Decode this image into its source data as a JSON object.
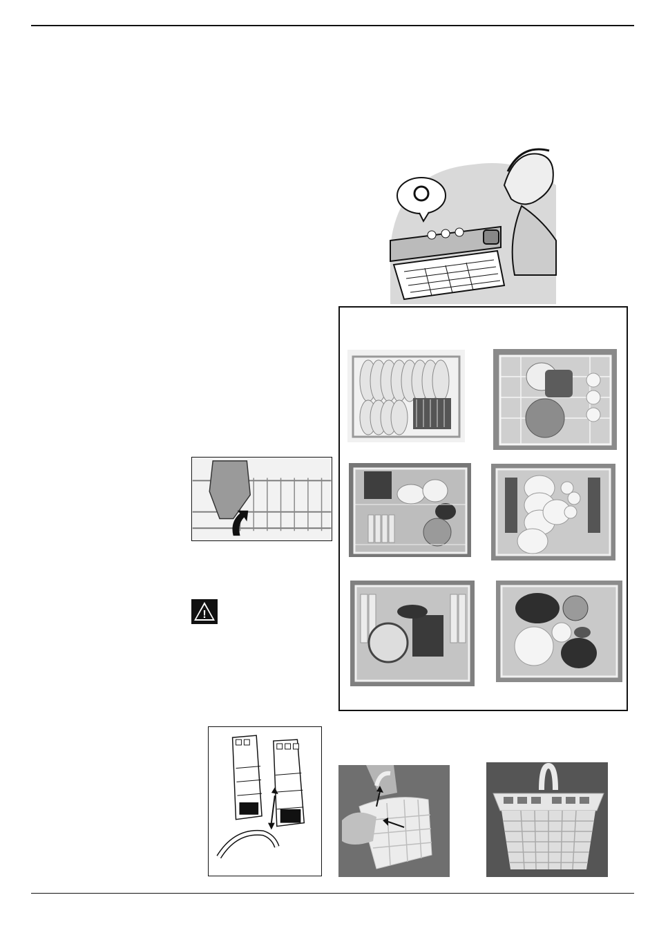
{
  "page": {
    "header_rule": true,
    "footer_rule": true
  },
  "illustrations": {
    "cartoon": {
      "icon": "woman-loading-dishwasher-illustration"
    },
    "rack_lift": {
      "icon": "hand-lifting-rack-photo"
    },
    "warning": {
      "icon": "warning-triangle-icon",
      "glyph": "!"
    },
    "basket_parts": {
      "icon": "cutlery-basket-parts-drawing"
    },
    "basket_hand": {
      "icon": "hand-assembling-basket-photo"
    },
    "basket_assembled": {
      "icon": "assembled-cutlery-basket-photo"
    }
  },
  "loading_examples": {
    "photos": [
      {
        "id": "rack-1",
        "icon": "loaded-rack-plates-cutlery-photo"
      },
      {
        "id": "rack-2",
        "icon": "loaded-rack-cups-bowls-photo"
      },
      {
        "id": "rack-3",
        "icon": "loaded-rack-mixed-photo"
      },
      {
        "id": "rack-4",
        "icon": "loaded-rack-bowls-cups-photo"
      },
      {
        "id": "rack-5",
        "icon": "loaded-rack-pans-cutlery-photo"
      },
      {
        "id": "rack-6",
        "icon": "loaded-rack-pots-bowls-photo"
      }
    ]
  },
  "colors": {
    "ink": "#111111",
    "photo_dark": "#6d6d6d",
    "photo_mid": "#9a9a9a",
    "photo_light": "#eeeeee"
  }
}
